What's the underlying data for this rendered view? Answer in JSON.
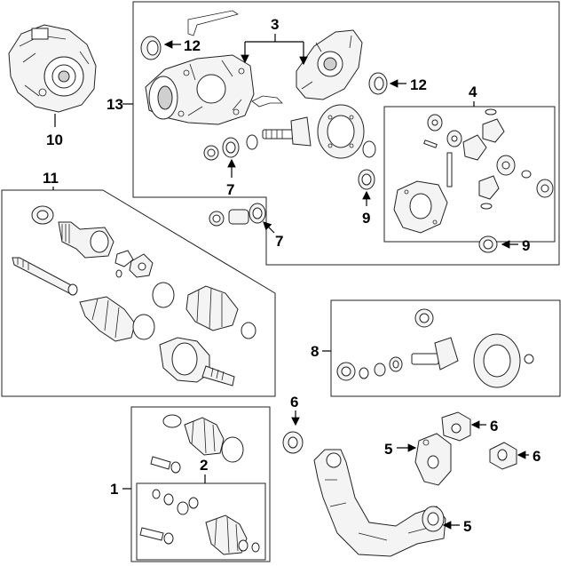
{
  "callouts": {
    "c1": "1",
    "c2": "2",
    "c3": "3",
    "c4": "4",
    "c5a": "5",
    "c5b": "5",
    "c6a": "6",
    "c6b": "6",
    "c6c": "6",
    "c7a": "7",
    "c7b": "7",
    "c8": "8",
    "c9a": "9",
    "c9b": "9",
    "c10": "10",
    "c11": "11",
    "c12a": "12",
    "c12b": "12",
    "c13": "13"
  },
  "colors": {
    "line": "#222222",
    "fill": "#f4f4f4",
    "background": "#ffffff"
  }
}
